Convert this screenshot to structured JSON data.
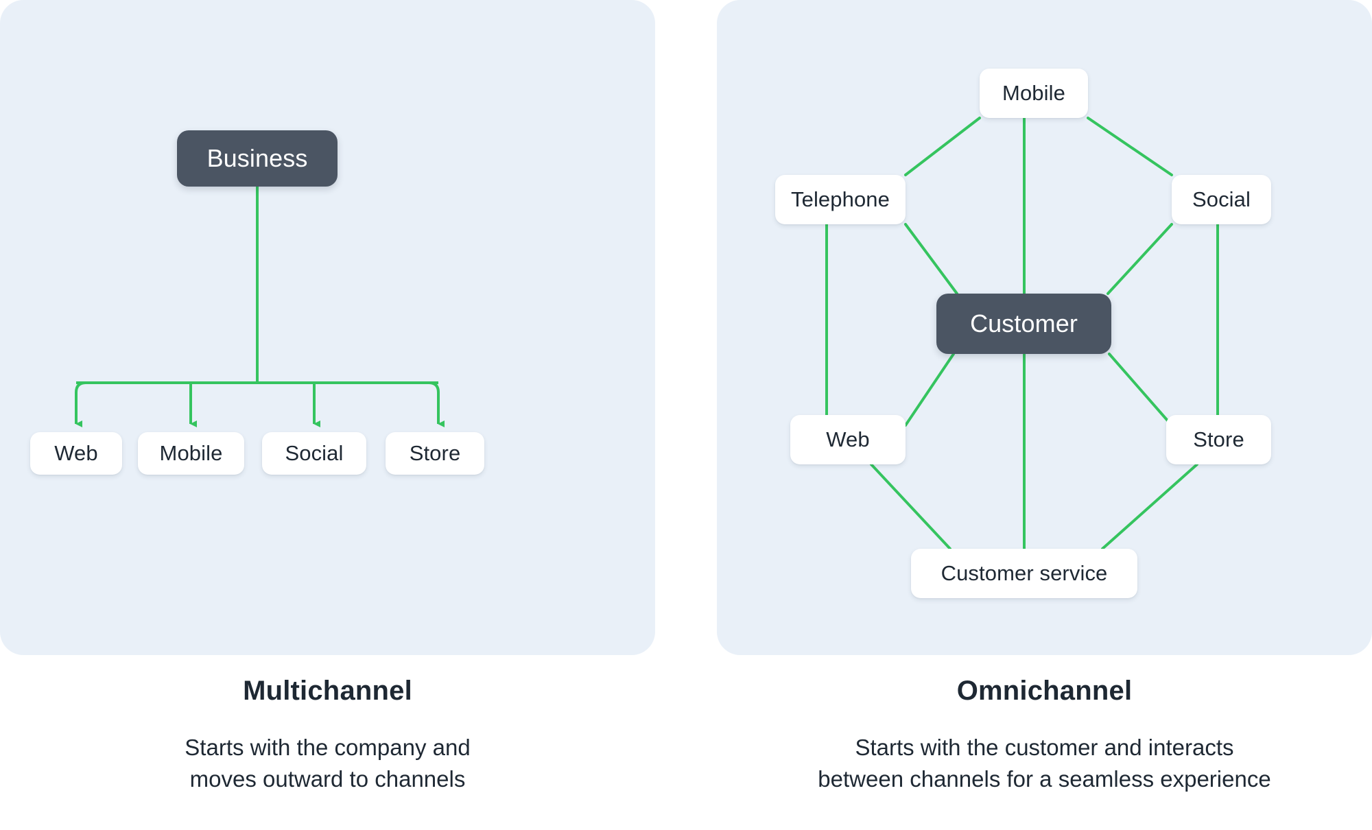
{
  "theme": {
    "panel_background": "#e9f0f8",
    "page_background": "#ffffff",
    "hub_node_color": "#4b5563",
    "channel_node_color": "#ffffff",
    "connector_color": "#35c45f",
    "text_color": "#1e2833",
    "hub_text_color": "#ffffff"
  },
  "panels": [
    {
      "id": "multichannel",
      "hub": {
        "label": "Business"
      },
      "channels": [
        {
          "label": "Web"
        },
        {
          "label": "Mobile"
        },
        {
          "label": "Social"
        },
        {
          "label": "Store"
        }
      ],
      "caption": {
        "title": "Multichannel",
        "description_line1": "Starts with the company and",
        "description_line2": "moves outward to channels"
      }
    },
    {
      "id": "omnichannel",
      "hub": {
        "label": "Customer"
      },
      "channels": [
        {
          "label": "Mobile"
        },
        {
          "label": "Telephone"
        },
        {
          "label": "Social"
        },
        {
          "label": "Web"
        },
        {
          "label": "Store"
        },
        {
          "label": "Customer service"
        }
      ],
      "caption": {
        "title": "Omnichannel",
        "description_line1": "Starts with the customer and interacts",
        "description_line2": "between channels for a seamless experience"
      }
    }
  ],
  "diagram_data": {
    "type": "node-link-diagram",
    "multichannel": {
      "layout": "top-down tree with single fan-out bus",
      "edges_directed": true,
      "edges": [
        {
          "from": "Business",
          "to": "Web"
        },
        {
          "from": "Business",
          "to": "Mobile"
        },
        {
          "from": "Business",
          "to": "Social"
        },
        {
          "from": "Business",
          "to": "Store"
        }
      ]
    },
    "omnichannel": {
      "layout": "hexagon ring with central hub",
      "edges_directed": false,
      "ring_order": [
        "Mobile",
        "Social",
        "Store",
        "Customer service",
        "Web",
        "Telephone"
      ],
      "edges": [
        {
          "from": "Customer",
          "to": "Mobile"
        },
        {
          "from": "Customer",
          "to": "Telephone"
        },
        {
          "from": "Customer",
          "to": "Social"
        },
        {
          "from": "Customer",
          "to": "Web"
        },
        {
          "from": "Customer",
          "to": "Store"
        },
        {
          "from": "Customer",
          "to": "Customer service"
        },
        {
          "from": "Mobile",
          "to": "Telephone"
        },
        {
          "from": "Mobile",
          "to": "Social"
        },
        {
          "from": "Telephone",
          "to": "Web"
        },
        {
          "from": "Social",
          "to": "Store"
        },
        {
          "from": "Web",
          "to": "Customer service"
        },
        {
          "from": "Store",
          "to": "Customer service"
        }
      ]
    }
  }
}
